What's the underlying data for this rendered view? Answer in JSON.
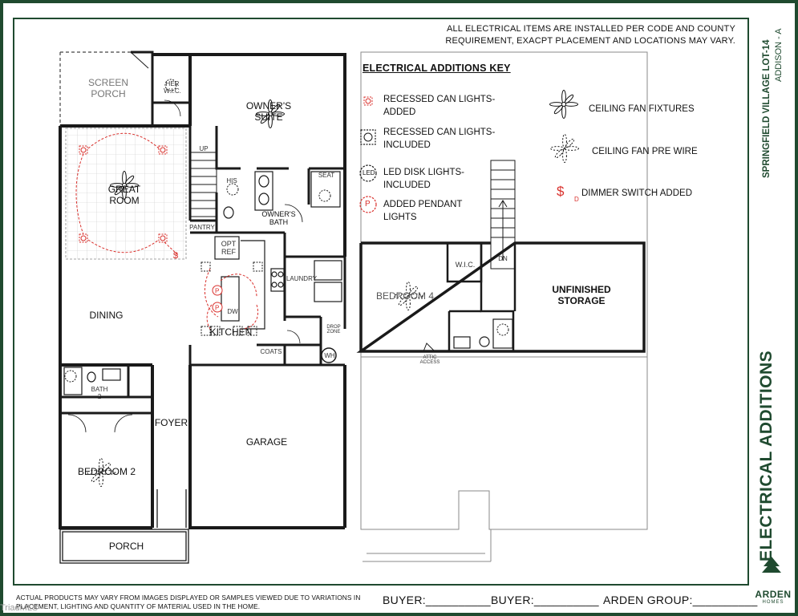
{
  "notes": {
    "top_line1": "ALL ELECTRICAL ITEMS ARE INSTALLED PER CODE AND COUNTY",
    "top_line2": "REQUIREMENT, EXACPT PLACEMENT AND LOCATIONS MAY VARY.",
    "bottom_line1": "ACTUAL PRODUCTS MAY VARY FROM IMAGES DISPLAYED OR SAMPLES VIEWED DUE TO VARIATIONS IN",
    "bottom_line2": "PLACEMENT, LIGHTING AND QUANTITY OF MATERIAL USED IN THE HOME."
  },
  "key": {
    "title": "ELECTRICAL ADDITIONS KEY",
    "recessed_added_1": "RECESSED CAN LIGHTS-",
    "recessed_added_2": "ADDED",
    "recessed_included_1": "RECESSED CAN LIGHTS-",
    "recessed_included_2": "INCLUDED",
    "led_disk_1": "LED DISK LIGHTS-",
    "led_disk_2": "INCLUDED",
    "pendant_1": "ADDED PENDANT",
    "pendant_2": "LIGHTS",
    "ceiling_fan_fixtures": "CEILING FAN FIXTURES",
    "ceiling_fan_prewire": "CEILING FAN PRE WIRE",
    "dimmer_switch": "DIMMER SWITCH ADDED",
    "led_symbol": "LED",
    "pendant_symbol": "P",
    "dimmer_sub": "D"
  },
  "sidebar": {
    "project": "SPRINGFIELD VILLAGE LOT-14",
    "plan": "ADDISON - A",
    "sheet_title": "ELECTRICAL ADDITIONS",
    "logo_name": "ARDEN",
    "logo_sub": "HOMES"
  },
  "signatures": {
    "buyer1": "BUYER:__________",
    "buyer2": "BUYER:__________",
    "arden": "ARDEN GROUP:__________"
  },
  "watermark": "TriadMLS",
  "rooms": {
    "screen_porch_1": "SCREEN",
    "screen_porch_2": "PORCH",
    "his_wic": "HER W.I.C.",
    "owners_suite_1": "OWNER'S",
    "owners_suite_2": "SUITE",
    "up": "UP",
    "great_room_1": "GREAT",
    "great_room_2": "ROOM",
    "his": "HIS",
    "seat": "SEAT",
    "owners_bath_1": "OWNER'S",
    "owners_bath_2": "BATH",
    "pantry": "PANTRY",
    "opt_ref_1": "OPT",
    "opt_ref_2": "REF",
    "laundry": "LAUNDRY",
    "dw": "DW",
    "dining": "DINING",
    "kitchen": "KITCHEN",
    "drop_zone": "DROP ZONE",
    "coats": "COATS",
    "wh": "WH",
    "bath2_1": "BATH",
    "bath2_2": "2",
    "foyer": "FOYER",
    "garage": "GARAGE",
    "bedroom2": "BEDROOM 2",
    "porch": "PORCH",
    "wic_upper": "W.I.C.",
    "dn": "DN",
    "bedroom4": "BEDROOM 4",
    "unfinished_1": "UNFINISHED",
    "unfinished_2": "STORAGE",
    "attic_1": "ATTIC",
    "attic_2": "ACCESS"
  },
  "colors": {
    "frame": "#1f4a2f",
    "added": "#d9302c",
    "wall": "#1a1a1a",
    "dashed": "#8a8a8a"
  }
}
